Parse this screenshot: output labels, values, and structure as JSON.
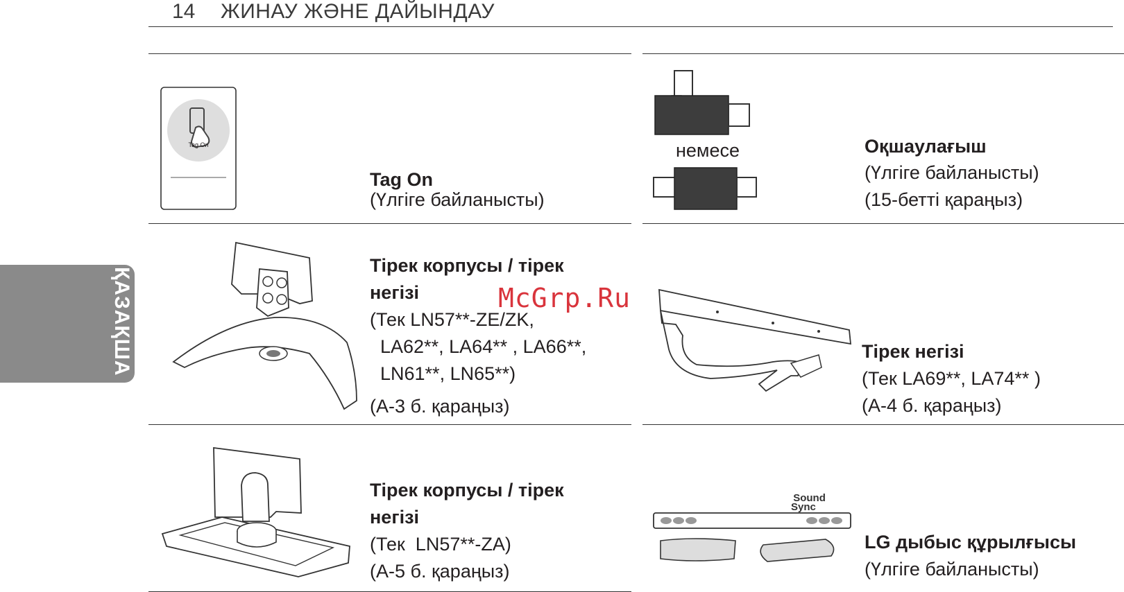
{
  "header": {
    "page_number": "14",
    "title": "ЖИНАУ ЖӘНЕ ДАЙЫНДАУ"
  },
  "side_tab": {
    "label": "ҚАЗАҚША"
  },
  "watermark": "McGrp.Ru",
  "items": [
    {
      "title": "Tag On",
      "lines": [
        "(Үлгіге байланысты)"
      ],
      "icon_text": "Tag On"
    },
    {
      "title": "Оқшаулағыш",
      "lines": [
        "(Үлгіге байланысты)",
        "(15-бетті қараңыз)"
      ],
      "between_text": "немесе"
    },
    {
      "title_lines": [
        "Тірек корпусы / тірек",
        "негізі"
      ],
      "lines": [
        "(Тек LN57**-ZE/ZK,",
        "  LA62**, LA64** , LA66**,",
        "  LN61**, LN65**)"
      ],
      "note": "(A-3 б. қараңыз)"
    },
    {
      "title": "Тірек негізі",
      "lines": [
        "(Тек LA69**, LA74** )",
        "(A-4 б. қараңыз)"
      ]
    },
    {
      "title_lines": [
        "Тірек корпусы / тірек",
        "негізі"
      ],
      "lines": [
        "(Тек  LN57**-ZA)",
        "(A-5 б. қараңыз)"
      ]
    },
    {
      "title": "LG дыбыс құрылғысы",
      "lines": [
        "(Үлгіге байланысты)"
      ],
      "logo_lines": [
        "Sound",
        "Sync"
      ]
    }
  ]
}
